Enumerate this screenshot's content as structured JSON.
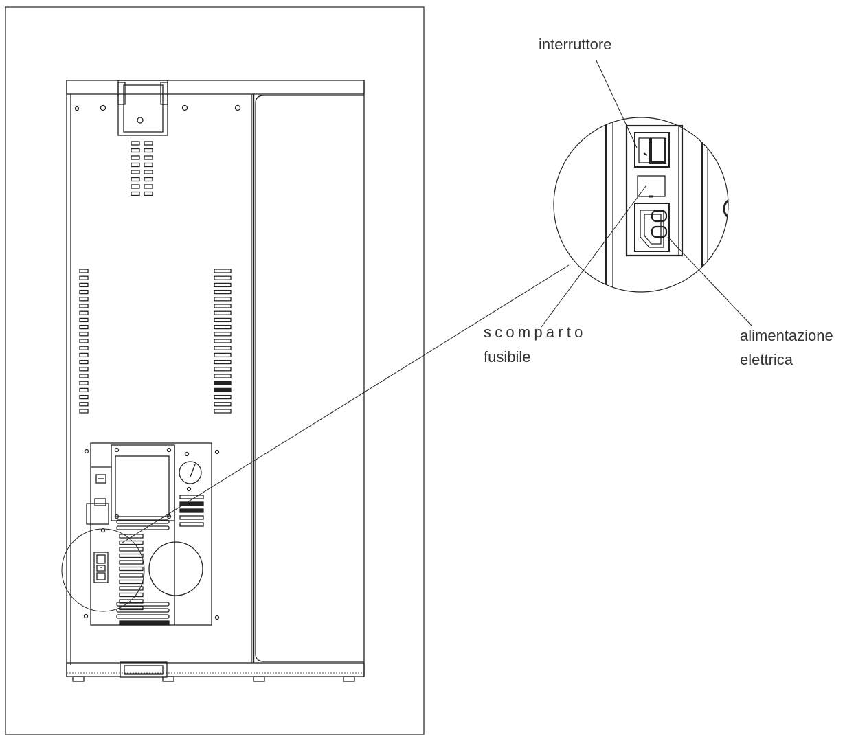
{
  "labels": {
    "switch": "interruttore",
    "fuse_line1": "scomparto",
    "fuse_line2": "fusibile",
    "power_line1": "alimentazione",
    "power_line2": "elettrica"
  },
  "colors": {
    "stroke": "#222222",
    "text": "#333333",
    "background": "#ffffff"
  }
}
